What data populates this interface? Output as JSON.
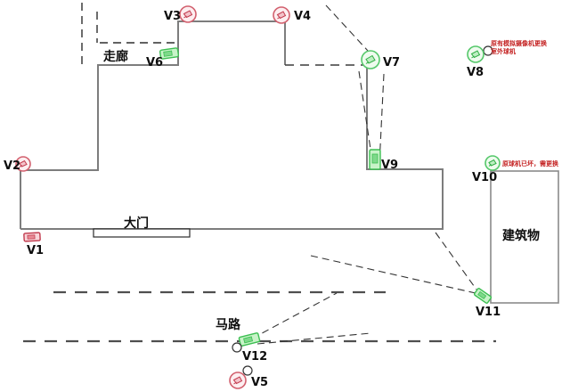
{
  "areas": {
    "corridor_label": "走廊",
    "gate_label": "大门",
    "building_label": "建筑物",
    "road_label": "马路"
  },
  "cameras": {
    "v1": {
      "label": "V1",
      "type": "box-camera",
      "status_color": "#c23b4e"
    },
    "v2": {
      "label": "V2",
      "type": "dome-camera",
      "status_color": "#c23b4e"
    },
    "v3": {
      "label": "V3",
      "type": "dome-camera",
      "status_color": "#c23b4e"
    },
    "v4": {
      "label": "V4",
      "type": "dome-camera",
      "status_color": "#c23b4e"
    },
    "v5": {
      "label": "V5",
      "type": "dome-camera",
      "status_color": "#c23b4e"
    },
    "v6": {
      "label": "V6",
      "type": "box-camera",
      "status_color": "#3dbf52"
    },
    "v7": {
      "label": "V7",
      "type": "dome-camera",
      "status_color": "#3dbf52"
    },
    "v8": {
      "label": "V8",
      "type": "dome-camera",
      "status_color": "#3dbf52"
    },
    "v9": {
      "label": "V9",
      "type": "box-camera",
      "status_color": "#3dbf52"
    },
    "v10": {
      "label": "V10",
      "type": "dome-camera",
      "status_color": "#3dbf52"
    },
    "v11": {
      "label": "V11",
      "type": "box-camera",
      "status_color": "#3dbf52"
    },
    "v12": {
      "label": "V12",
      "type": "box-camera",
      "status_color": "#3dbf52"
    }
  },
  "annotations": {
    "v8_note_line1": "原有模拟摄像机更换",
    "v8_note_line2": "室外球机",
    "v10_note": "原球机已坏，需更换"
  },
  "colors": {
    "legacy_camera": "#c23b4e",
    "new_camera": "#3dbf52",
    "note_text": "#c42222",
    "wall": "#7d7d7d"
  }
}
